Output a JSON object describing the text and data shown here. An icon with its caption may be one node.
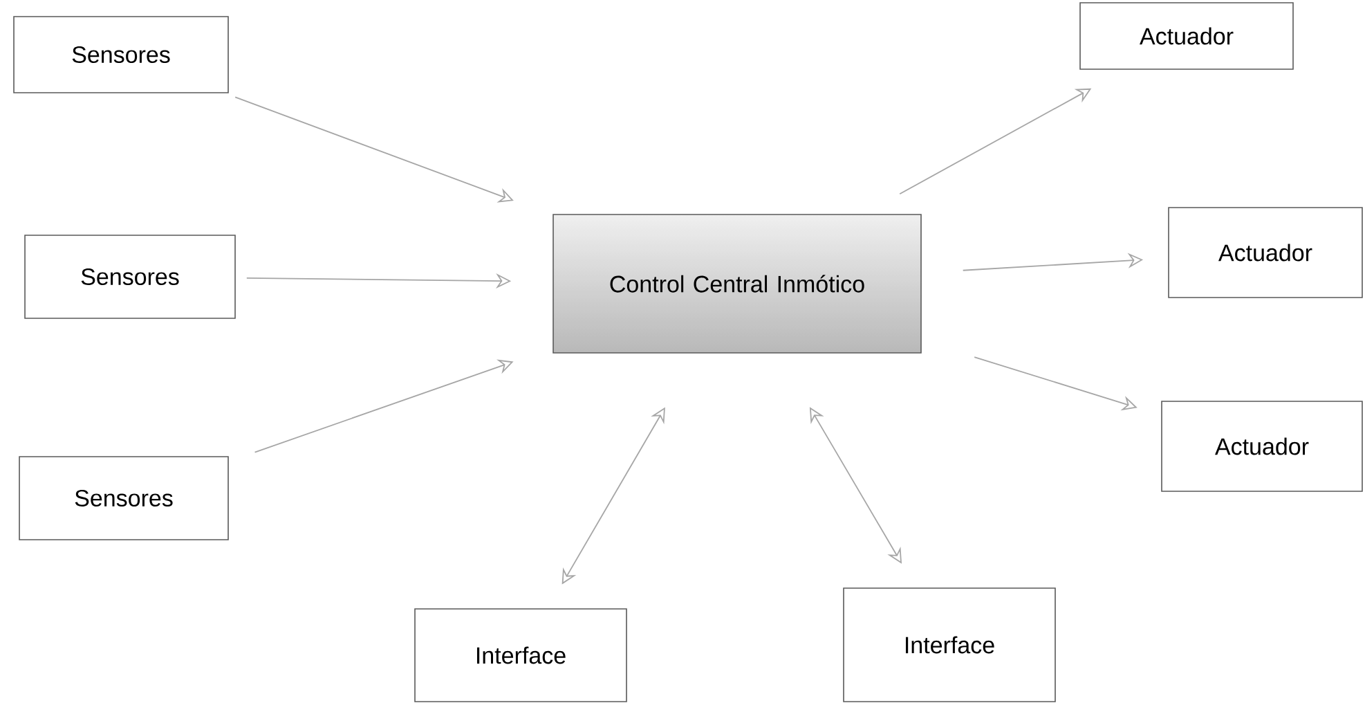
{
  "diagram": {
    "nodes": [
      {
        "text": [
          "Sensores"
        ]
      },
      {
        "text": [
          "Sensores"
        ]
      },
      {
        "text": [
          "Sensores"
        ]
      },
      {
        "text": [
          "Control Central Inmótico"
        ]
      },
      {
        "text": [
          "Actuador"
        ]
      },
      {
        "text": [
          "Actuador"
        ]
      },
      {
        "text": [
          "Actuador"
        ]
      },
      {
        "text": [
          "Interface"
        ]
      },
      {
        "text": [
          "Interface"
        ]
      }
    ],
    "edges": [
      {
        "from": 0,
        "to": 3,
        "arrow": "to"
      },
      {
        "from": 1,
        "to": 3,
        "arrow": "to"
      },
      {
        "from": 2,
        "to": 3,
        "arrow": "to"
      },
      {
        "from": 3,
        "to": 4,
        "arrow": "to"
      },
      {
        "from": 3,
        "to": 5,
        "arrow": "to"
      },
      {
        "from": 3,
        "to": 6,
        "arrow": "to"
      },
      {
        "from": 7,
        "to": 3,
        "arrow": "both"
      },
      {
        "from": 8,
        "to": 3,
        "arrow": "both"
      }
    ]
  }
}
